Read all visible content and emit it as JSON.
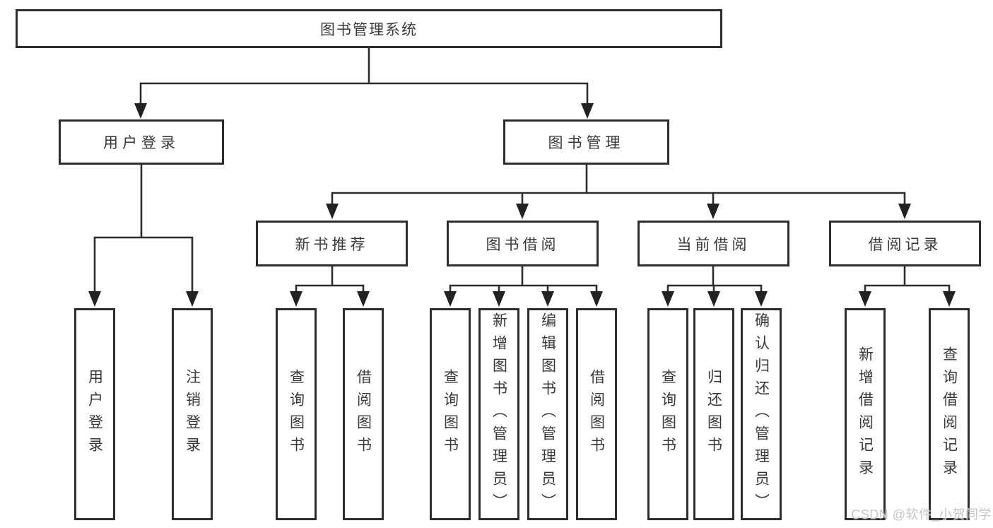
{
  "diagram": {
    "type": "org-tree",
    "root": {
      "label": "图书管理系统"
    },
    "level1": [
      {
        "label": "用户登录",
        "children": [
          {
            "label": "用户登录"
          },
          {
            "label": "注销登录"
          }
        ]
      },
      {
        "label": "图书管理",
        "children": [
          {
            "label": "新书推荐",
            "children": [
              {
                "label": "查询图书"
              },
              {
                "label": "借阅图书"
              }
            ]
          },
          {
            "label": "图书借阅",
            "children": [
              {
                "label": "查询图书"
              },
              {
                "label": "新增图书（管理员）"
              },
              {
                "label": "编辑图书（管理员）"
              },
              {
                "label": "借阅图书"
              }
            ]
          },
          {
            "label": "当前借阅",
            "children": [
              {
                "label": "查询图书"
              },
              {
                "label": "归还图书"
              },
              {
                "label": "确认归还（管理员）"
              }
            ]
          },
          {
            "label": "借阅记录",
            "children": [
              {
                "label": "新增借阅记录"
              },
              {
                "label": "查询借阅记录"
              }
            ]
          }
        ]
      }
    ]
  },
  "watermark": {
    "text": "CSDN @软件_小贺同学"
  },
  "colors": {
    "line": "#2d2d2d",
    "border": "#2d2d2d",
    "text": "#383838",
    "watermark": "#c6c6c6",
    "background": "#ffffff"
  }
}
